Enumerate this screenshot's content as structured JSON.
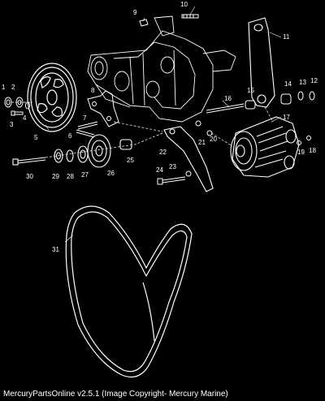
{
  "diagram": {
    "background_color": "#000000",
    "line_color": "#ffffff",
    "callouts": [
      {
        "id": "1",
        "label": "1"
      },
      {
        "id": "2",
        "label": "2"
      },
      {
        "id": "3",
        "label": "3"
      },
      {
        "id": "4",
        "label": "4"
      },
      {
        "id": "5",
        "label": "5"
      },
      {
        "id": "6",
        "label": "6"
      },
      {
        "id": "7",
        "label": "7"
      },
      {
        "id": "8",
        "label": "8"
      },
      {
        "id": "9",
        "label": "9"
      },
      {
        "id": "10",
        "label": "10"
      },
      {
        "id": "11",
        "label": "11"
      },
      {
        "id": "12",
        "label": "12"
      },
      {
        "id": "13",
        "label": "13"
      },
      {
        "id": "14",
        "label": "14"
      },
      {
        "id": "15",
        "label": "15"
      },
      {
        "id": "16",
        "label": "16"
      },
      {
        "id": "17",
        "label": "17"
      },
      {
        "id": "18",
        "label": "18"
      },
      {
        "id": "19",
        "label": "19"
      },
      {
        "id": "20",
        "label": "20"
      },
      {
        "id": "21",
        "label": "21"
      },
      {
        "id": "22",
        "label": "22"
      },
      {
        "id": "23",
        "label": "23"
      },
      {
        "id": "24",
        "label": "24"
      },
      {
        "id": "25",
        "label": "25"
      },
      {
        "id": "26",
        "label": "26"
      },
      {
        "id": "27",
        "label": "27"
      },
      {
        "id": "28",
        "label": "28"
      },
      {
        "id": "29",
        "label": "29"
      },
      {
        "id": "30",
        "label": "30"
      },
      {
        "id": "31",
        "label": "31"
      }
    ]
  },
  "footer": {
    "text": "MercuryPartsOnline v2.5.1 (Image Copyright- Mercury Marine)"
  }
}
